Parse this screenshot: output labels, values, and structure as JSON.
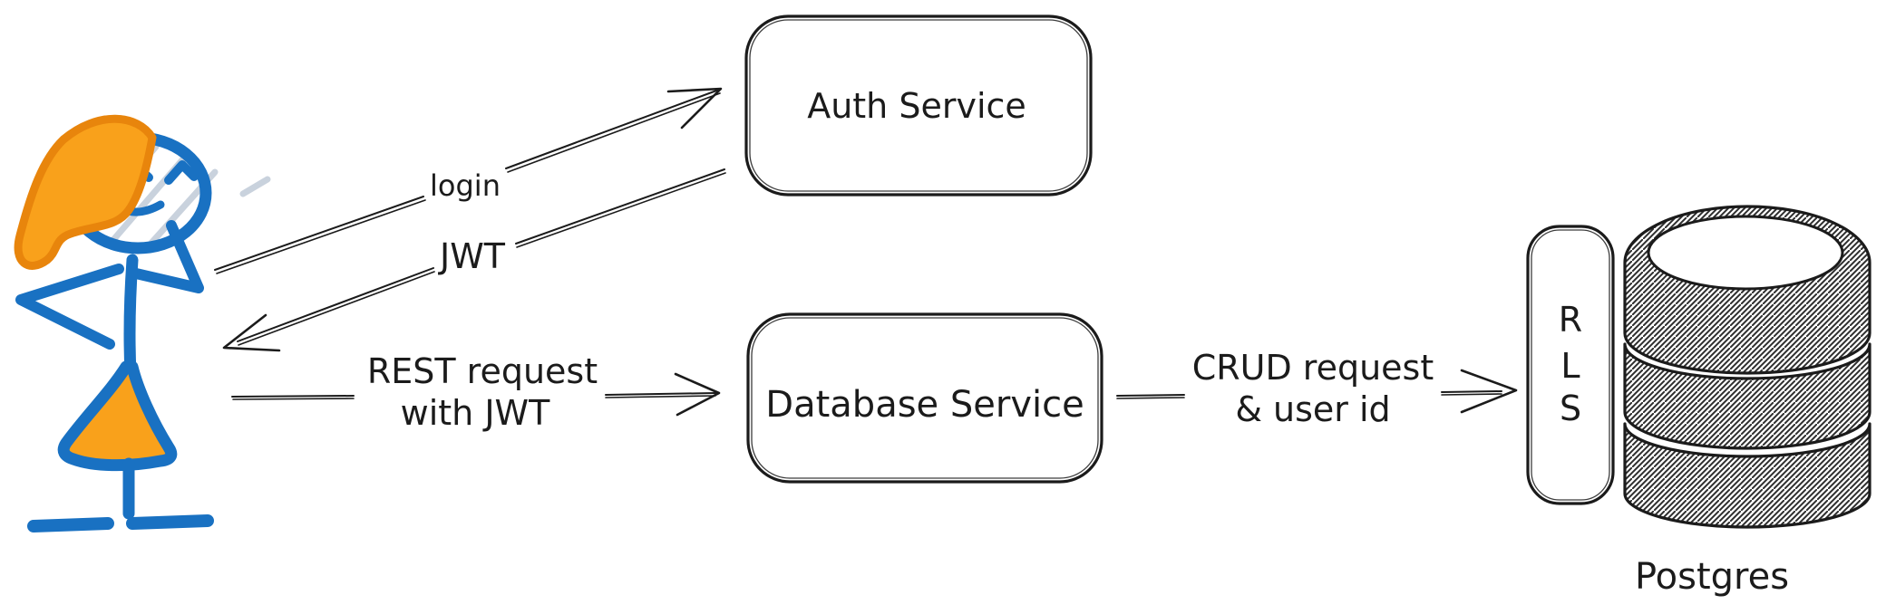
{
  "colors": {
    "ink": "#1b1b1b",
    "blue": "#1971c2",
    "orange": "#f9a11b",
    "orange2": "#e8850c",
    "streak": "#c9d2dd",
    "bg": "#ffffff"
  },
  "diagram": {
    "nodes": {
      "auth": {
        "label": "Auth Service"
      },
      "database_service": {
        "label": "Database Service"
      },
      "rls": {
        "letters": [
          "R",
          "L",
          "S"
        ]
      },
      "postgres": {
        "label": "Postgres"
      }
    },
    "edges": {
      "login": {
        "label": "login"
      },
      "jwt": {
        "label": "JWT"
      },
      "rest": {
        "label_line1": "REST request",
        "label_line2": "with JWT"
      },
      "crud": {
        "label_line1": "CRUD request",
        "label_line2": "& user id"
      }
    }
  }
}
